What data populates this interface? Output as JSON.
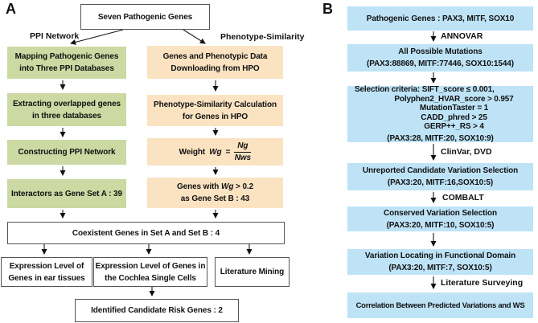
{
  "panelA": {
    "label": "A",
    "root_box": "Seven Pathogenic Genes",
    "branch_left_label": "PPI Network",
    "branch_right_label": "Phenotype-Similarity",
    "ppi_steps": [
      {
        "text": "Mapping Pathogenic Genes\ninto Three PPI Databases"
      },
      {
        "text": "Extracting overlapped genes\nin three databases"
      },
      {
        "text": "Constructing PPI Network"
      },
      {
        "text": "Interactors as Gene Set A : 39"
      }
    ],
    "phenotype_steps": [
      {
        "text": "Genes and Phenotypic Data\nDownloading from HPO"
      },
      {
        "text": "Phenotype-Similarity Calculation\nfor Genes in HPO"
      }
    ],
    "weight_formula": {
      "prefix": "Weight",
      "symbol": "Wg",
      "equals": "=",
      "numerator": "Ng",
      "denominator": "Nws"
    },
    "gene_set_b": {
      "line1_pre": "Genes with",
      "line1_symbol": "Wg",
      "line1_post": "> 0.2",
      "line2": "as Gene Set B : 43"
    },
    "coexistent_box": "Coexistent Genes in Set A and Set B : 4",
    "evidence_boxes": [
      {
        "text": "Expression Level of\nGenes in ear tissues"
      },
      {
        "text": "Expression Level of Genes in\nthe Cochlea Single Cells"
      },
      {
        "text": "Literature Mining"
      }
    ],
    "result_box": "Identified Candidate Risk Genes : 2"
  },
  "panelB": {
    "label": "B",
    "box_pathogenic": "Pathogenic Genes : PAX3, MITF, SOX10",
    "arrow_label_annovar": "ANNOVAR",
    "box_all_mutations": "All Possible Mutations\n(PAX3:88869, MITF:77446, SOX10:1544)",
    "criteria": {
      "line1": "Selection criteria: SIFT_score ≤ 0.001,",
      "line2": "Polyphen2_HVAR_score > 0.957",
      "line3": "MutationTaster = 1",
      "line4": "CADD_phred > 25",
      "line5": "GERP++_RS > 4",
      "counts": "(PAX3:28, MITF:20, SOX10:9)"
    },
    "arrow_label_clinvar": "ClinVar, DVD",
    "box_unreported": "Unreported Candidate Variation Selection\n(PAX3:20, MITF:16,SOX10:5)",
    "arrow_label_combalt": "COMBALT",
    "box_conserved": "Conserved Variation Selection\n(PAX3:20, MITF:10, SOX10:5)",
    "box_functional_domain": "Variation Locating in Functional Domain\n(PAX3:20, MITF:7, SOX10:5)",
    "arrow_label_literature": "Literature Surveying",
    "box_correlation": "Correlation Between Predicted Variations and WS"
  },
  "colors": {
    "ppi_box_fill": "#ccd9a2",
    "phenotype_box_fill": "#fbe3c2",
    "panelb_box_fill": "#bee3f7",
    "white_box_border": "#555555",
    "text": "#111111"
  }
}
